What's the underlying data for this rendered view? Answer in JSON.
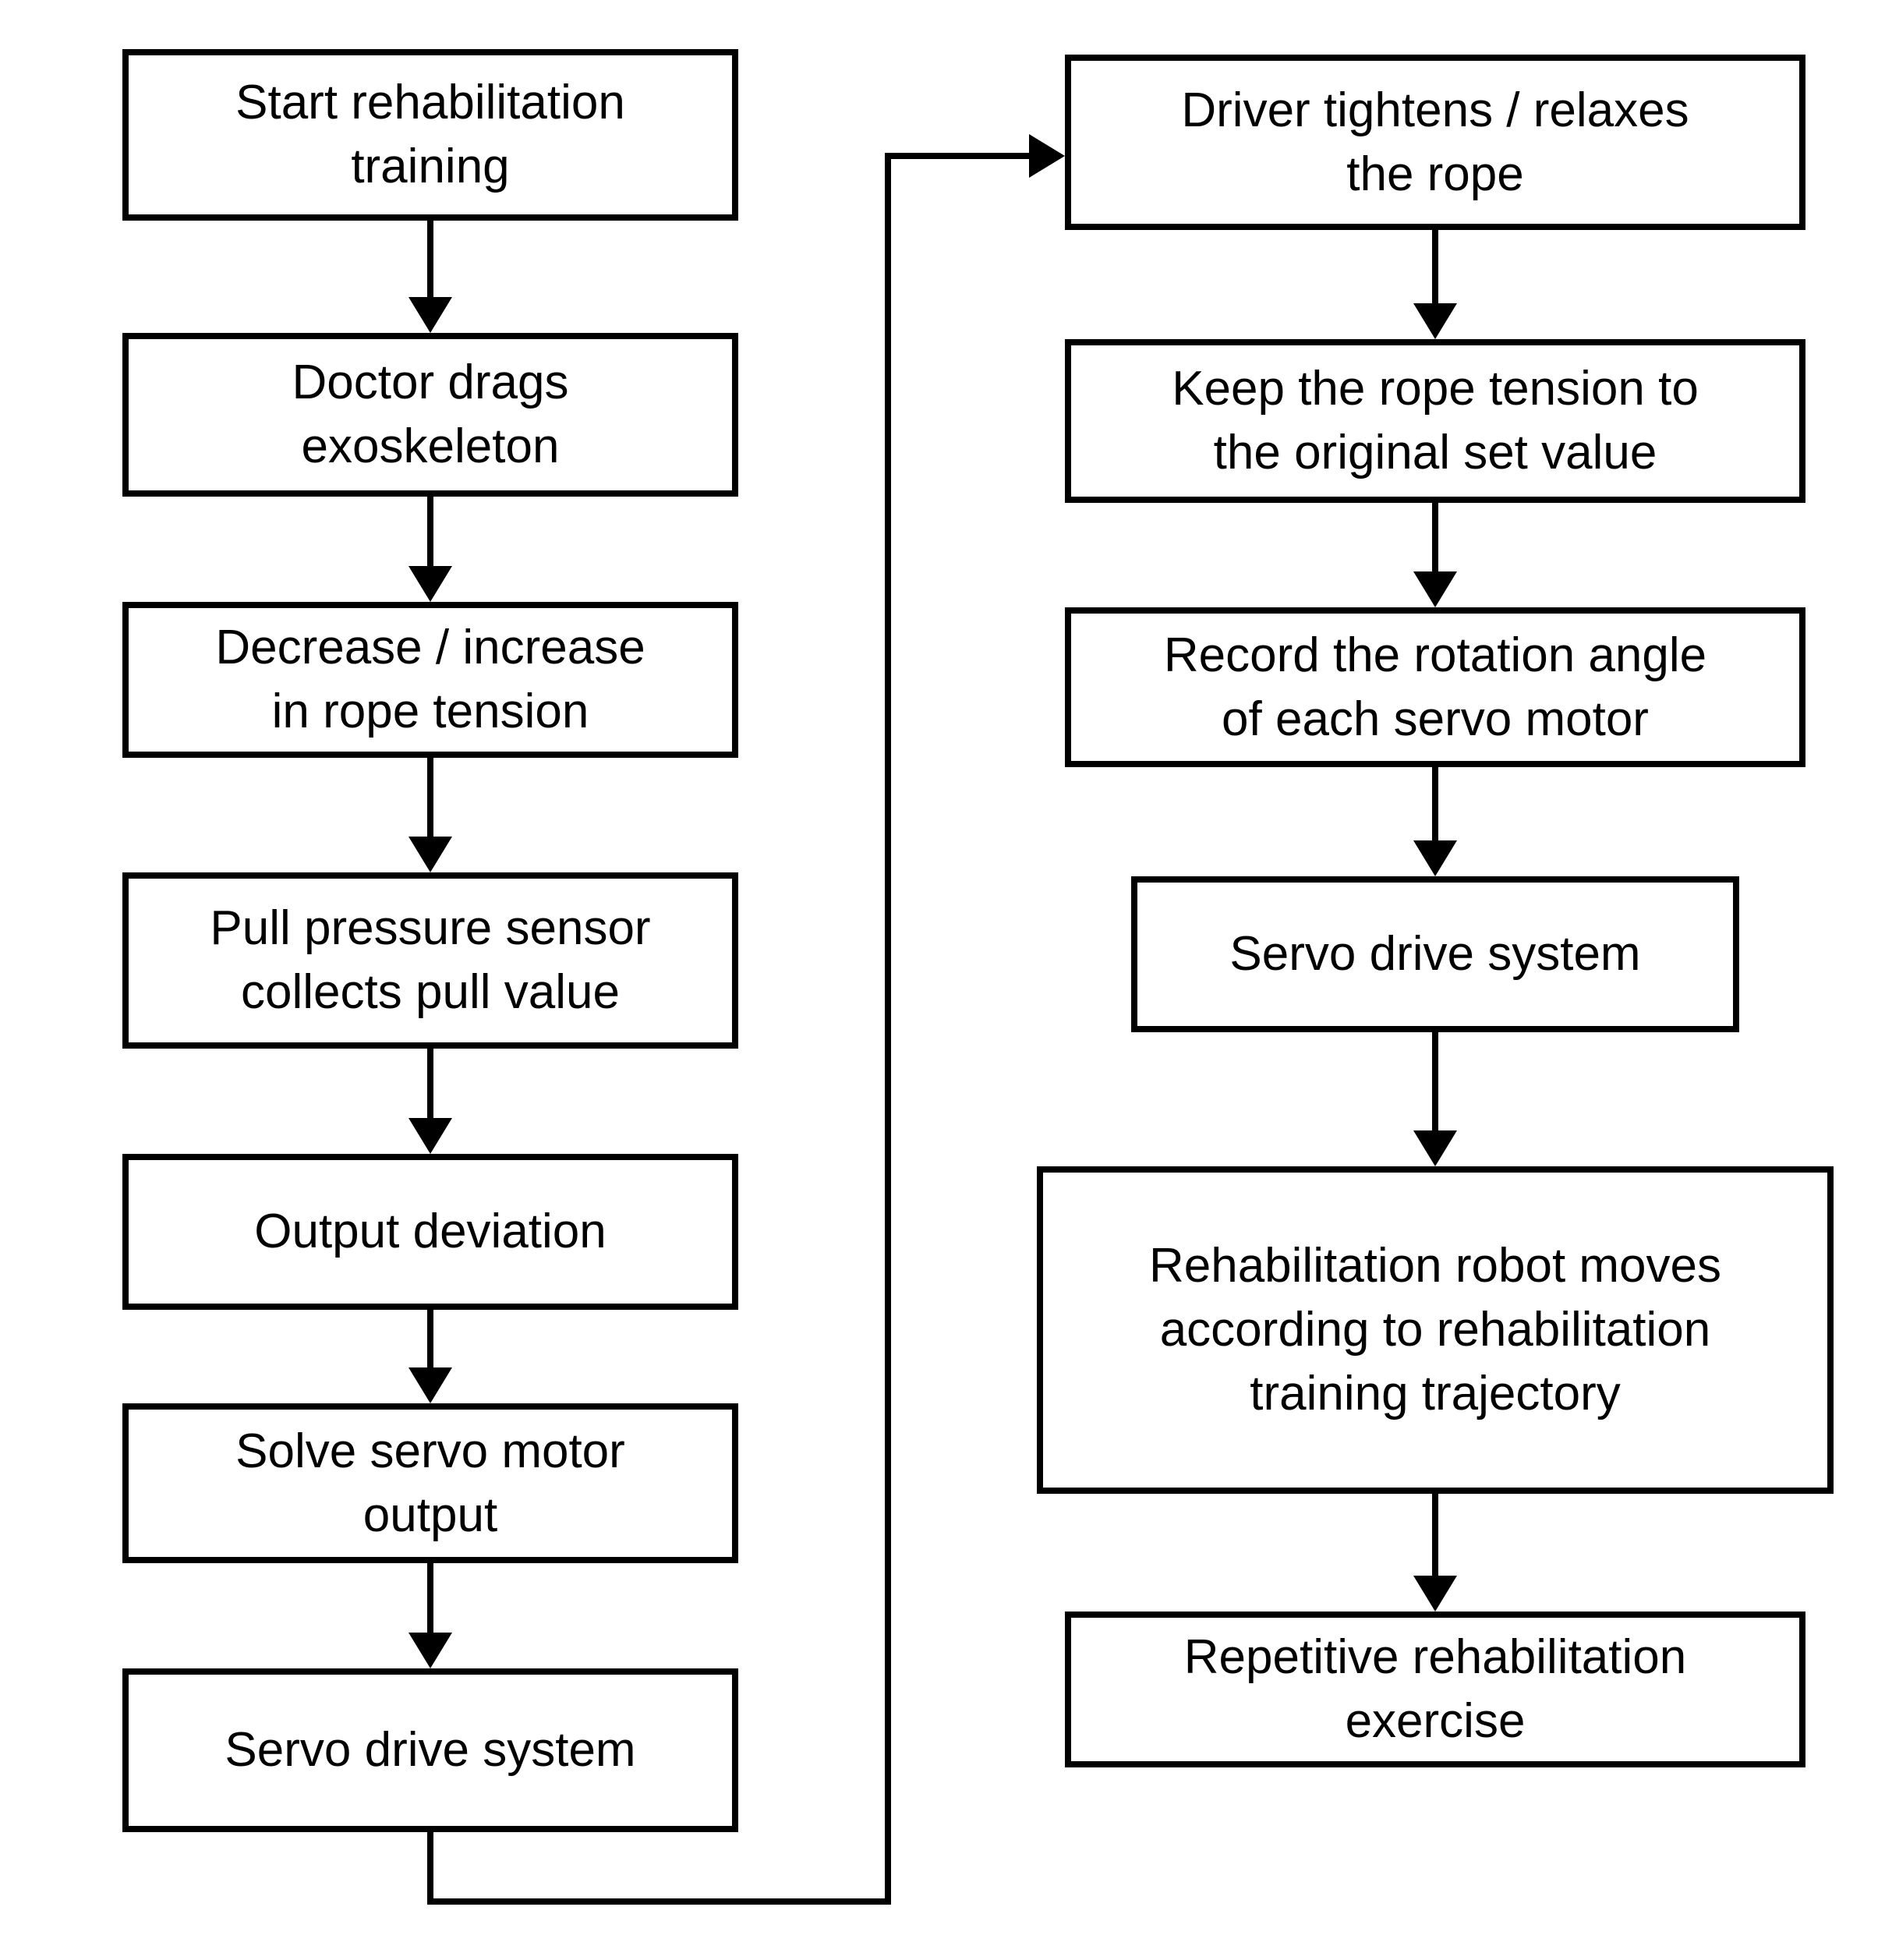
{
  "figure": {
    "type": "flowchart",
    "background_color": "#ffffff",
    "stroke_color": "#000000"
  },
  "left": {
    "nodes": [
      {
        "id": "start-rehabilitation-training",
        "label": "Start rehabilitation\ntraining"
      },
      {
        "id": "doctor-drags-exoskeleton",
        "label": "Doctor drags\nexoskeleton"
      },
      {
        "id": "decrease-increase-rope-tension",
        "label": "Decrease / increase\nin rope tension"
      },
      {
        "id": "pull-pressure-sensor",
        "label": "Pull pressure sensor\ncollects pull value"
      },
      {
        "id": "output-deviation",
        "label": "Output deviation"
      },
      {
        "id": "solve-servo-motor-output",
        "label": "Solve servo motor\noutput"
      },
      {
        "id": "servo-drive-system-left",
        "label": "Servo drive system"
      }
    ]
  },
  "right": {
    "nodes": [
      {
        "id": "driver-tightens-relaxes-rope",
        "label": "Driver tightens / relaxes\nthe rope"
      },
      {
        "id": "keep-rope-tension",
        "label": "Keep the rope tension to\nthe original set value"
      },
      {
        "id": "record-rotation-angle",
        "label": "Record the rotation angle\nof each servo motor"
      },
      {
        "id": "servo-drive-system-right",
        "label": "Servo drive system"
      },
      {
        "id": "rehabilitation-robot-moves",
        "label": "Rehabilitation robot moves\naccording to rehabilitation\ntraining trajectory"
      },
      {
        "id": "repetitive-rehabilitation-exercise",
        "label": "Repetitive rehabilitation\nexercise"
      }
    ]
  }
}
